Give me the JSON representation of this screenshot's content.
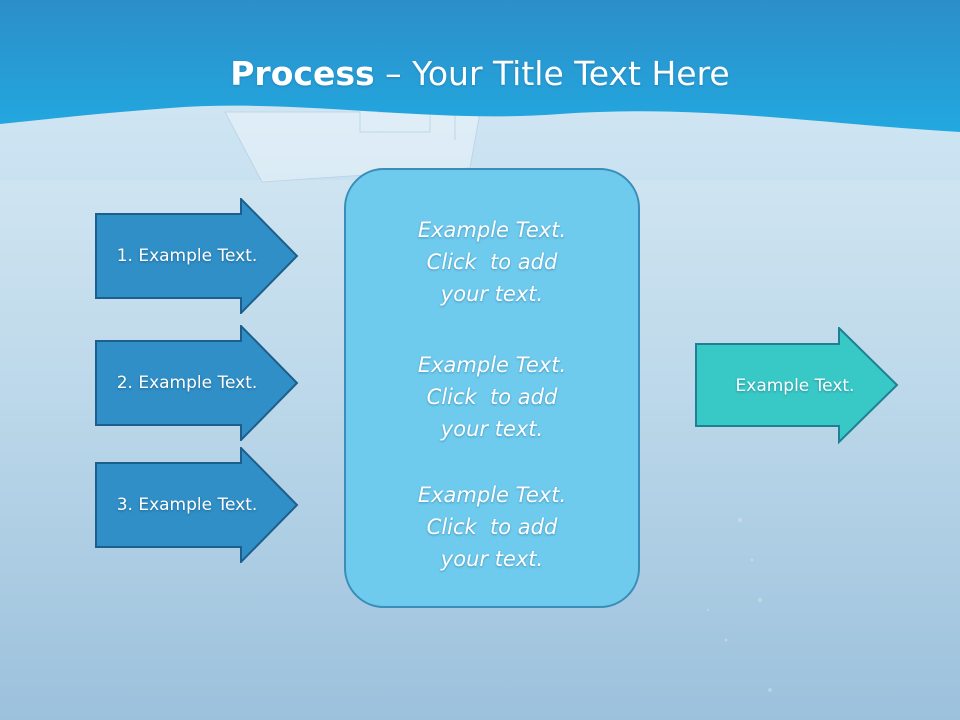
{
  "slide": {
    "title_bold": "Process",
    "title_separator": " – ",
    "title_rest": "Your Title Text Here"
  },
  "left_arrows": [
    {
      "label": "1. Example Text."
    },
    {
      "label": "2. Example Text."
    },
    {
      "label": "3. Example Text."
    }
  ],
  "center_box": {
    "blocks": [
      {
        "lines": [
          "Example Text.",
          "Click  to add",
          "your text."
        ]
      },
      {
        "lines": [
          "Example Text.",
          "Click  to add",
          "your text."
        ]
      },
      {
        "lines": [
          "Example Text.",
          "Click  to add",
          "your text."
        ]
      }
    ]
  },
  "right_arrow": {
    "label": "Example Text."
  },
  "colors": {
    "header_wave": "#1aa3dc",
    "left_arrow_fill": "#2f8fc6",
    "left_arrow_stroke": "#1d5f8c",
    "center_box_fill": "#6ecbee",
    "right_arrow_fill": "#38c8c6",
    "right_arrow_stroke": "#1f7f93"
  }
}
